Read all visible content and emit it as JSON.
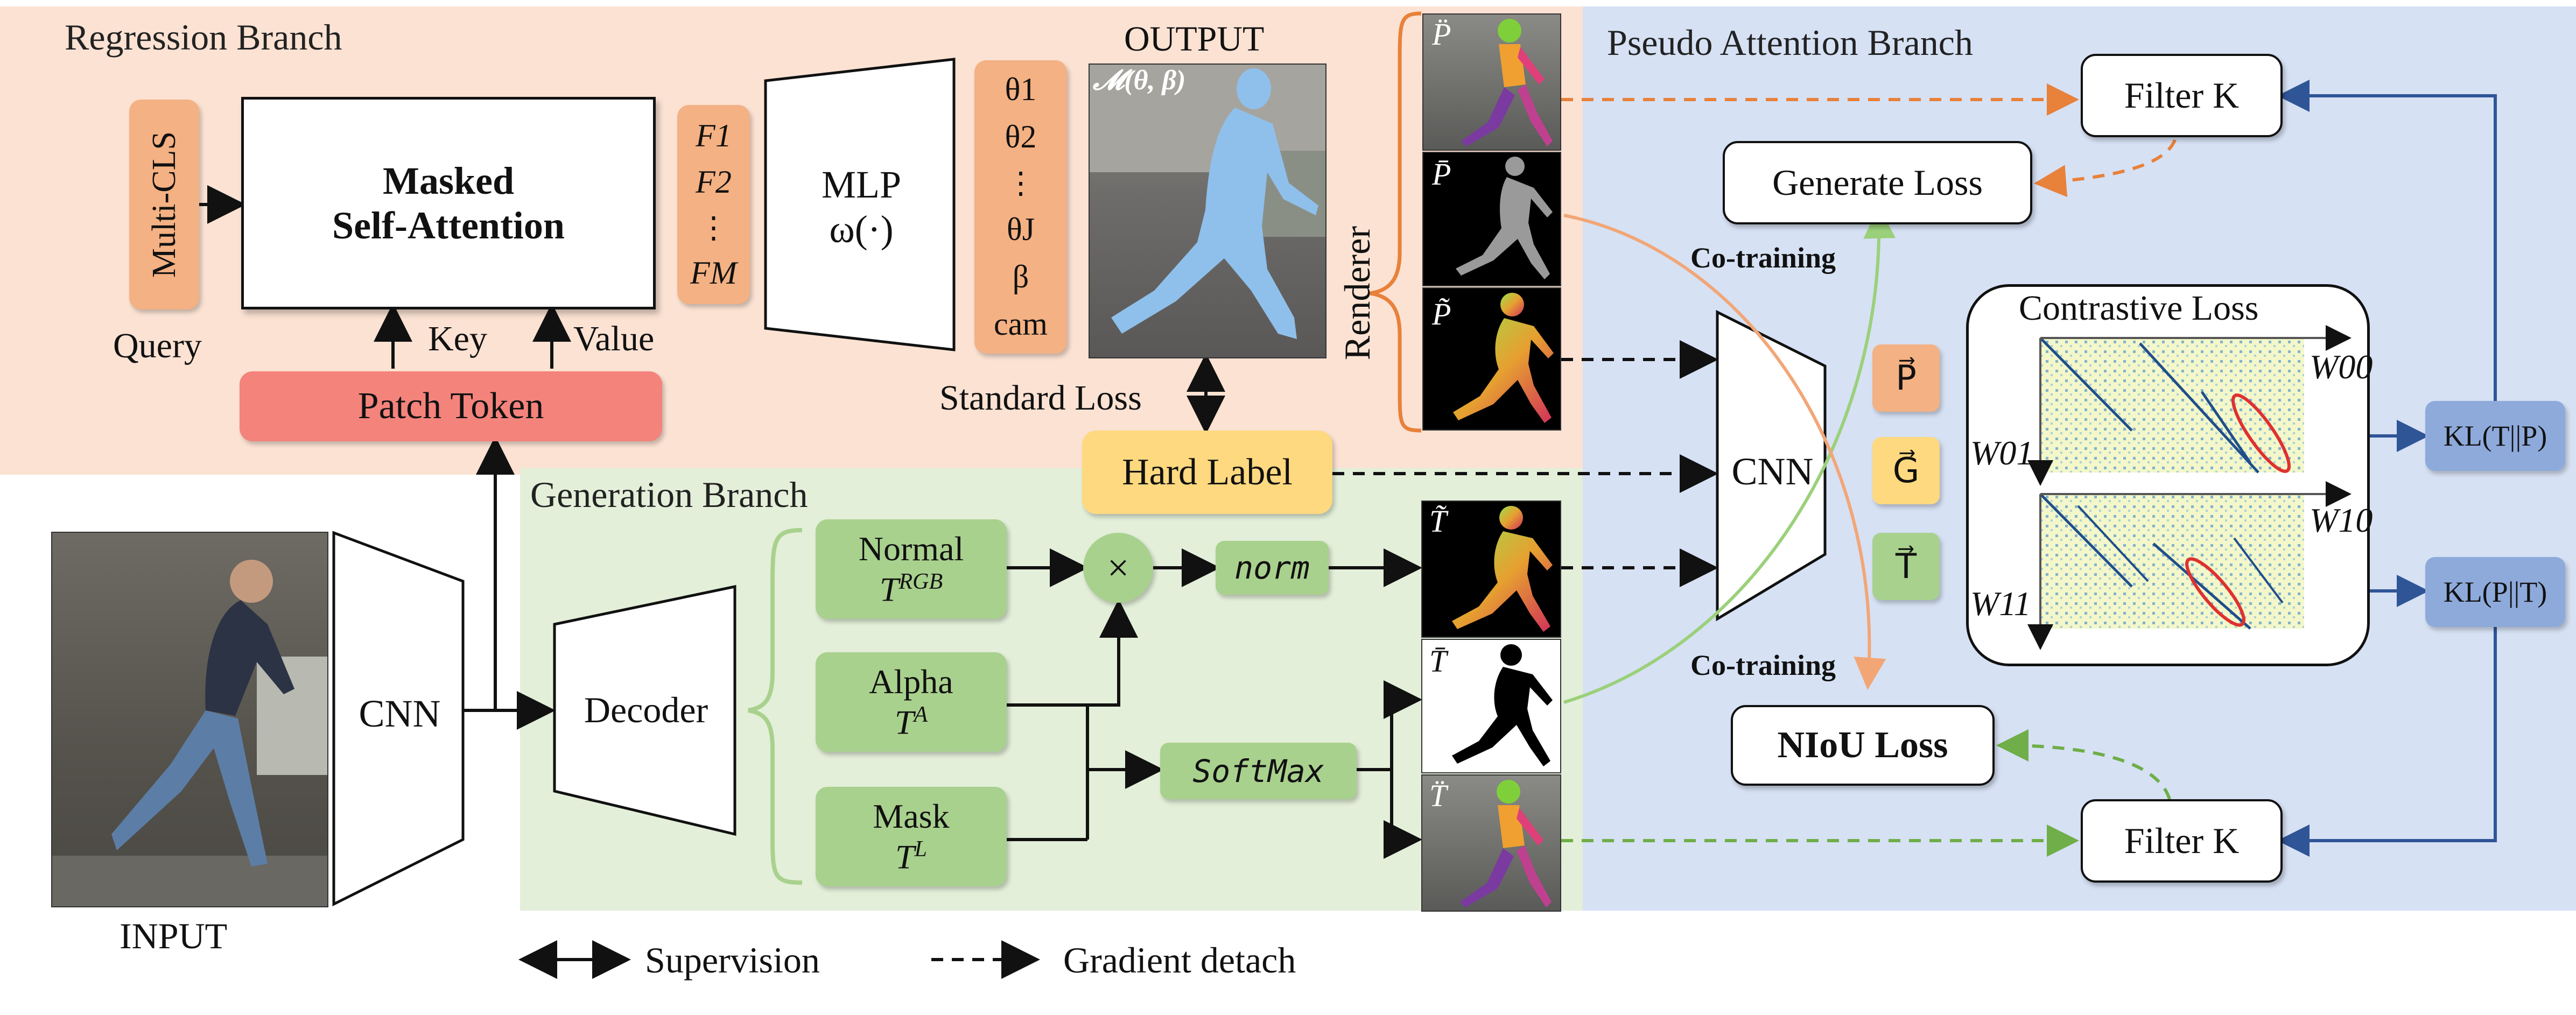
{
  "sections": {
    "regression": "Regression  Branch",
    "generation": "Generation Branch",
    "pseudo_attention": "Pseudo Attention Branch"
  },
  "regression": {
    "multi_cls": "Multi-CLS",
    "query": "Query",
    "masked_line1": "Masked",
    "masked_line2": "Self-Attention",
    "key": "Key",
    "value": "Value",
    "patch_token": "Patch Token",
    "features": [
      "F1",
      "F2",
      "⋮",
      "FM"
    ],
    "mlp_line1": "MLP",
    "mlp_line2": "ω(·)",
    "params": [
      "θ1",
      "θ2",
      "⋮",
      "θJ",
      "β",
      "cam"
    ],
    "output_title": "OUTPUT",
    "output_formula": "𝓜(θ, β)",
    "standard_loss": "Standard Loss",
    "hard_label": "Hard Label",
    "renderer": "Renderer",
    "render_labels": [
      "P̈",
      "P̄",
      "P̃"
    ]
  },
  "generation": {
    "input_label": "INPUT",
    "cnn": "CNN",
    "decoder": "Decoder",
    "normal_line1": "Normal",
    "normal_sym": "T",
    "normal_sup": "RGB",
    "alpha_line1": "Alpha",
    "alpha_sym": "T",
    "alpha_sup": "A",
    "mask_line1": "Mask",
    "mask_sym": "T",
    "mask_sup": "L",
    "times": "×",
    "norm": "norm",
    "softmax": "SoftMax",
    "gen_labels": [
      "T̃",
      "T̄",
      "T̈"
    ]
  },
  "pseudo": {
    "filter_top": "Filter K",
    "filter_bottom": "Filter K",
    "generate_loss": "Generate Loss",
    "co_training_top": "Co-training",
    "co_training_bottom": "Co-training",
    "cnn": "CNN",
    "vec_p": "P⃗",
    "vec_g": "G⃗",
    "vec_t": "T⃗",
    "contrastive_loss": "Contrastive Loss",
    "w00": "W00",
    "w01": "W01",
    "w10": "W10",
    "w11": "W11",
    "kl_top": "KL(T||P)",
    "kl_bottom": "KL(P||T)",
    "niou_loss": "NIoU Loss"
  },
  "legend": {
    "supervision": "Supervision",
    "gradient_detach": "Gradient detach"
  },
  "colors": {
    "regression_bg": "#fbe2d3",
    "generation_bg": "#e3efd9",
    "pseudo_bg": "#d6e1f4",
    "orange_box": "#f4b183",
    "green_box": "#a9d18e",
    "blue_box": "#8eaadb",
    "patch_token": "#f4837c",
    "hard_label": "#ffd97f",
    "orange_arrow": "#e8813a",
    "green_arrow": "#6fae48",
    "blue_arrow": "#2f5597"
  }
}
